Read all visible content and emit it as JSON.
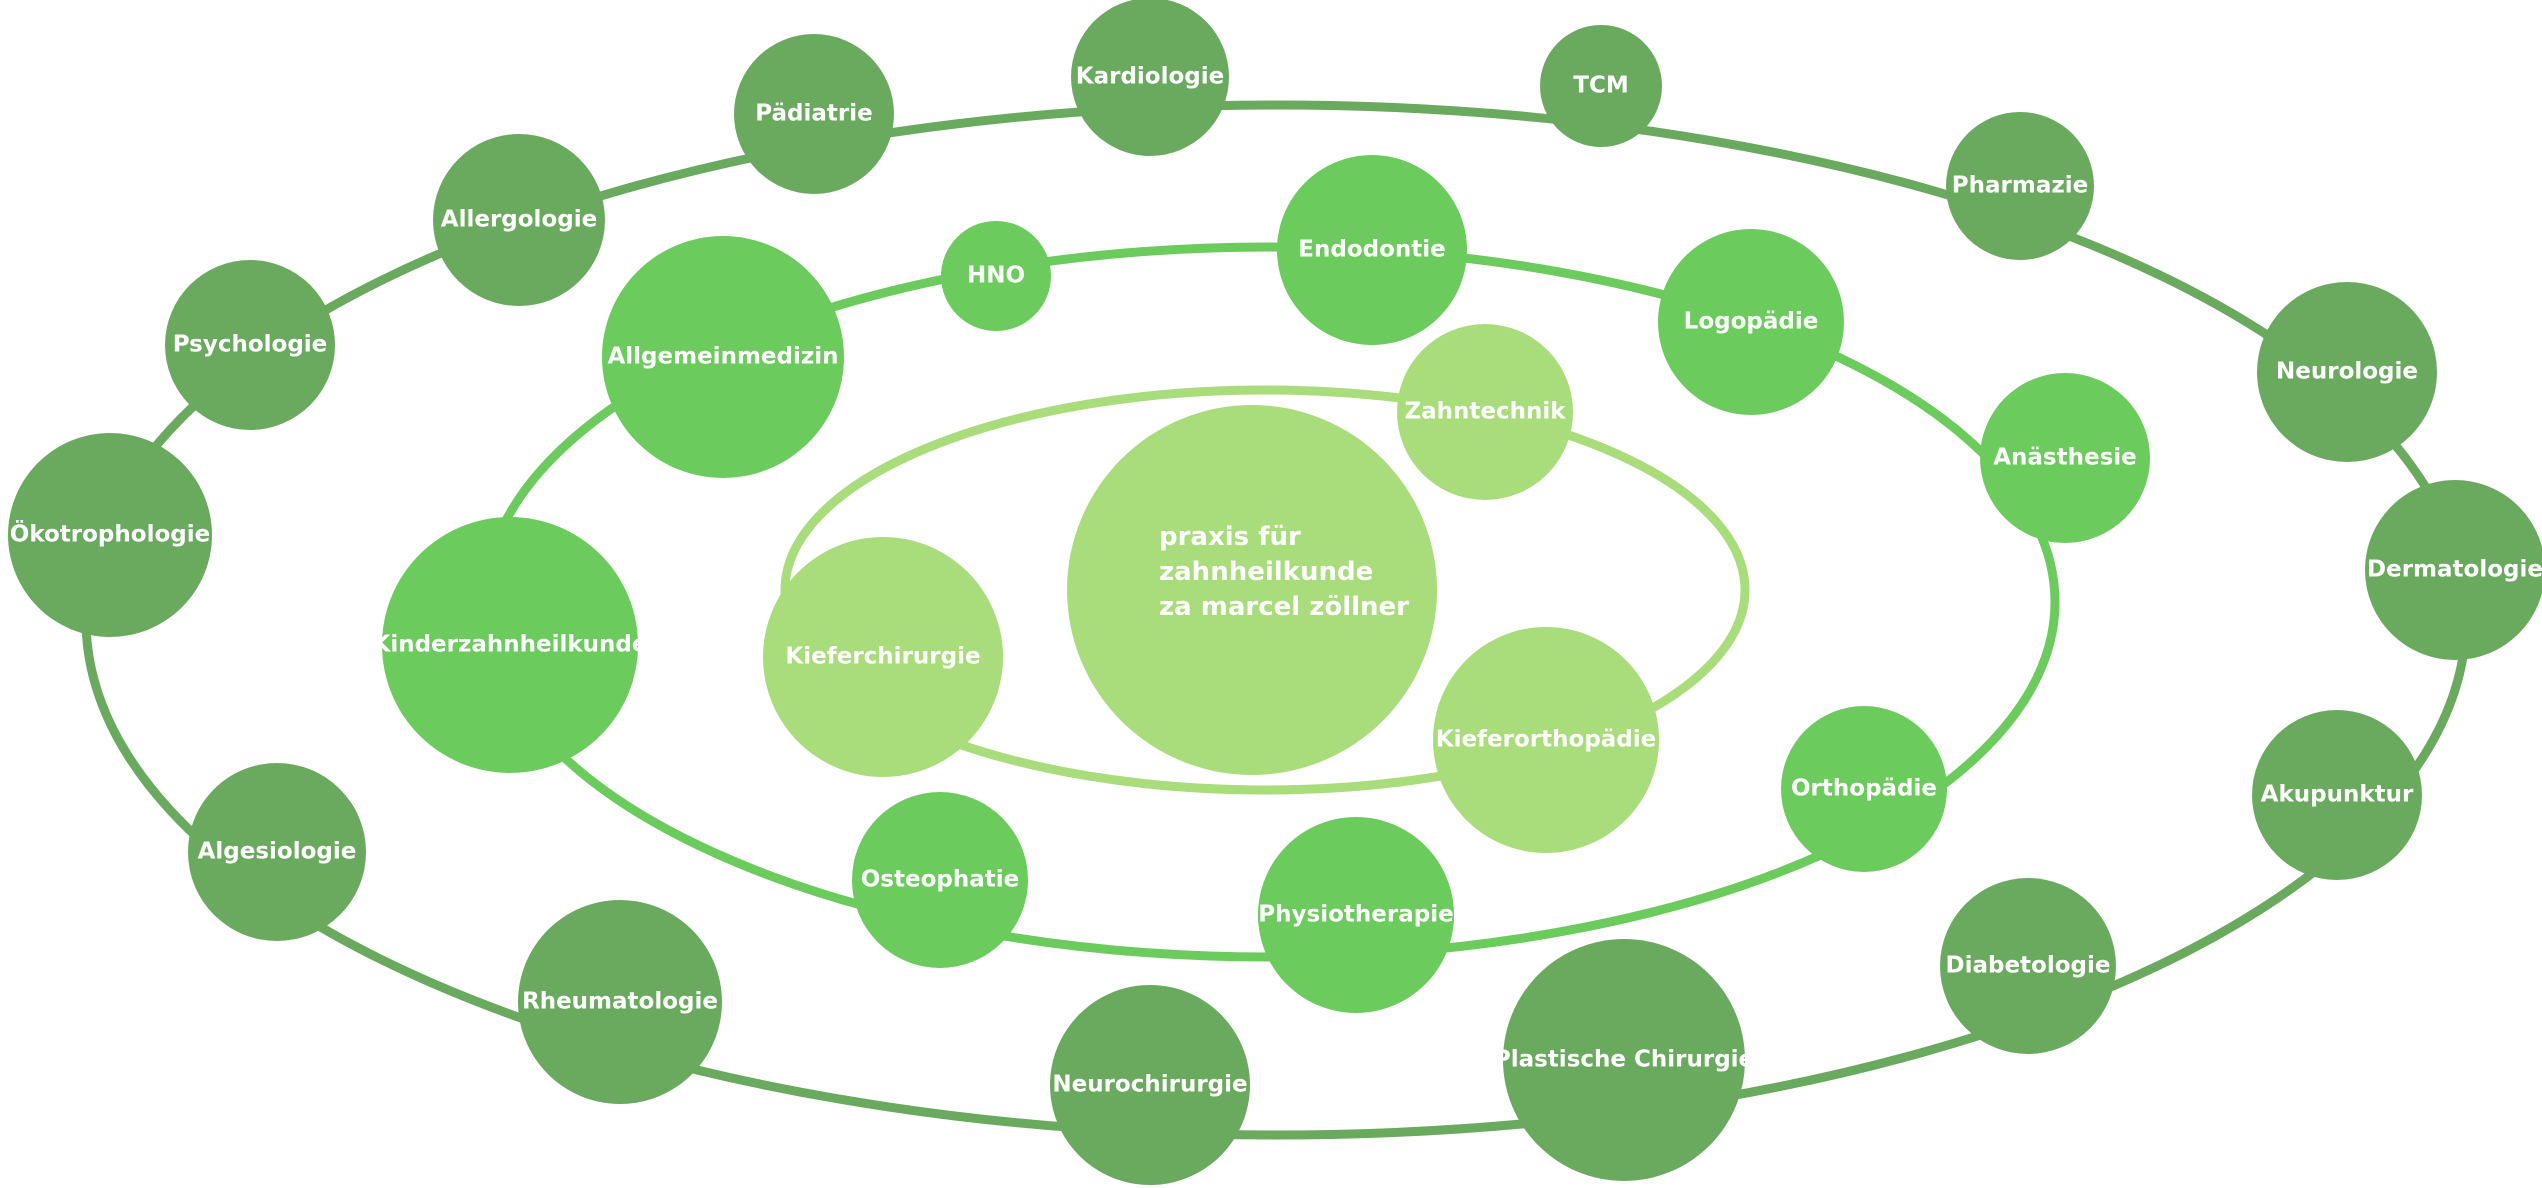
{
  "colors": {
    "outer": "#6aaa5e",
    "middle": "#6bcb5d",
    "inner": "#a9dc7b",
    "label": "#ffffff"
  },
  "center": {
    "lines": [
      "praxis für",
      "zahnheilkunde",
      "za marcel zöllner"
    ]
  },
  "rings": [
    {
      "name": "inner",
      "nodes": [
        {
          "label": "Zahntechnik"
        },
        {
          "label": "Kieferchirurgie"
        },
        {
          "label": "Kieferorthopädie"
        }
      ]
    },
    {
      "name": "middle",
      "nodes": [
        {
          "label": "HNO"
        },
        {
          "label": "Endodontie"
        },
        {
          "label": "Allgemeinmedizin"
        },
        {
          "label": "Logopädie"
        },
        {
          "label": "Anästhesie"
        },
        {
          "label": "Kinderzahnheilkunde"
        },
        {
          "label": "Orthopädie"
        },
        {
          "label": "Osteophatie"
        },
        {
          "label": "Physiotherapie"
        }
      ]
    },
    {
      "name": "outer",
      "nodes": [
        {
          "label": "Kardiologie"
        },
        {
          "label": "Pädiatrie"
        },
        {
          "label": "TCM"
        },
        {
          "label": "Allergologie"
        },
        {
          "label": "Pharmazie"
        },
        {
          "label": "Psychologie"
        },
        {
          "label": "Neurologie"
        },
        {
          "label": "Ökotrophologie"
        },
        {
          "label": "Dermatologie"
        },
        {
          "label": "Akupunktur"
        },
        {
          "label": "Algesiologie"
        },
        {
          "label": "Diabetologie"
        },
        {
          "label": "Rheumatologie"
        },
        {
          "label": "Plastische Chirurgie"
        },
        {
          "label": "Neurochirurgie"
        }
      ]
    }
  ]
}
